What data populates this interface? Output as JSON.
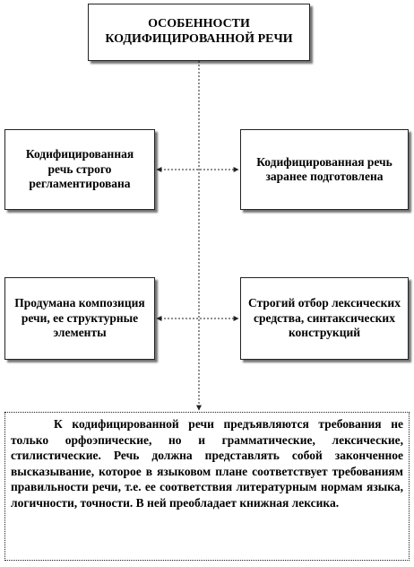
{
  "diagram": {
    "title": "ОСОБЕННОСТИ КОДИФИЦИРОВАННОЙ РЕЧИ",
    "boxes": {
      "top_left": "Кодифицированная речь строго регламентирована",
      "top_right": "Кодифицированная речь заранее подготовлена",
      "bottom_left": "Продумана композиция речи, ее структурные элементы",
      "bottom_right": "Строгий отбор лексических средства, синтаксических конструкций"
    },
    "description": "К кодифицированной речи предъявляются требования не только орфоэпические, но и грамматические, лексические, стилистические. Речь должна представлять собой законченное высказывание, которое в языковом плане соответствует требованиям правильности речи, т.е. ее соответствия литературным нормам языка, логичности, точности. В ней преобладает книжная лексика."
  }
}
